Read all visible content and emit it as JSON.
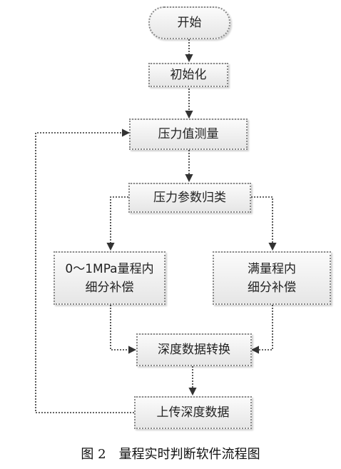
{
  "diagram": {
    "nodes": {
      "start": "开始",
      "init": "初始化",
      "measure": "压力值测量",
      "classify": "压力参数归类",
      "comp_low_line1": "0～1MPa量程内",
      "comp_low_line2": "细分补偿",
      "comp_full_line1": "满量程内",
      "comp_full_line2": "细分补偿",
      "convert": "深度数据转换",
      "upload": "上传深度数据"
    },
    "caption": "图 2　量程实时判断软件流程图",
    "colors": {
      "line": "#333333",
      "box_border": "#8a8a8a"
    }
  }
}
